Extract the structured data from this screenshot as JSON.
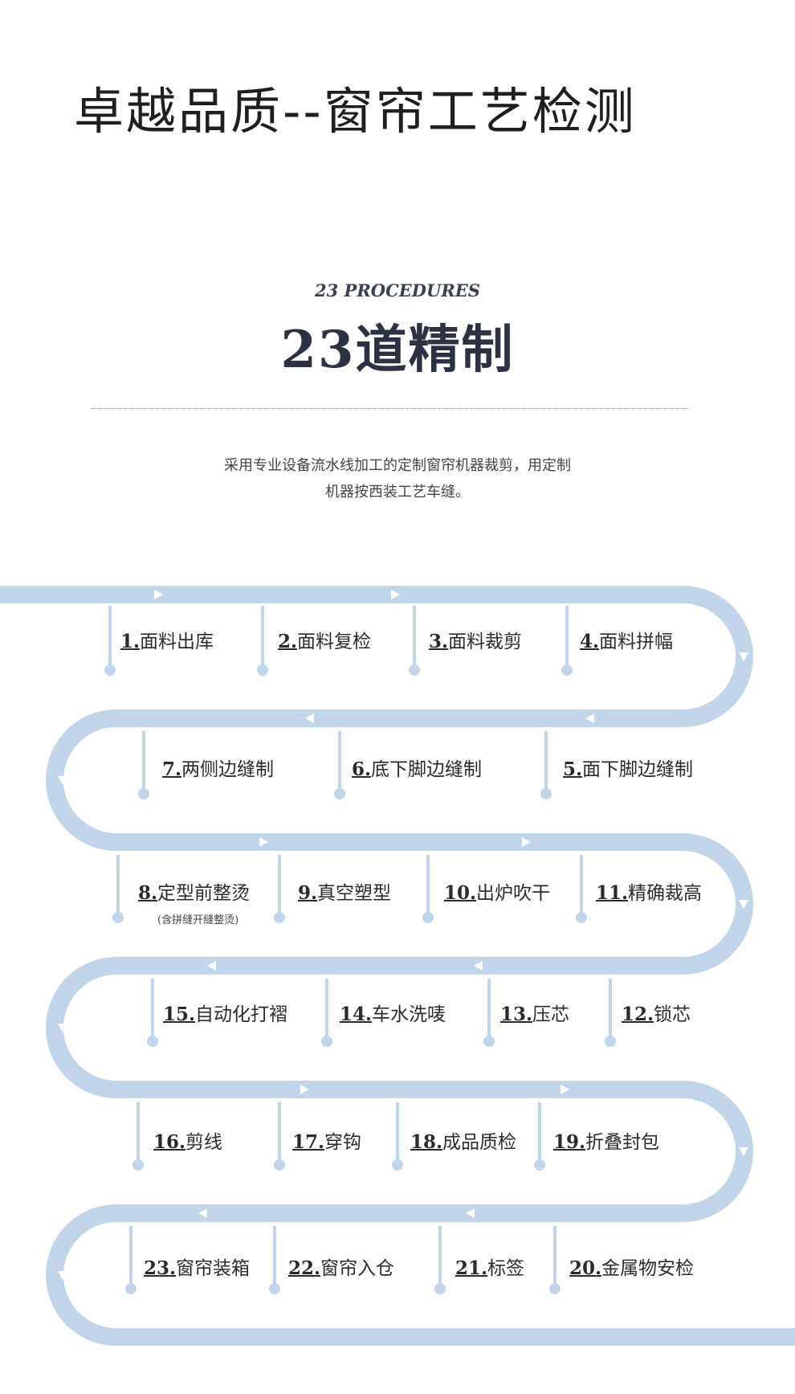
{
  "header": {
    "title": "卓越品质--窗帘工艺检测",
    "subtitle_en": "23 PROCEDURES",
    "heading_cn": "23道精制"
  },
  "description": {
    "line1": "采用专业设备流水线加工的定制窗帘机器裁剪，用定制",
    "line2": "机器按西装工艺车缝。"
  },
  "colors": {
    "path": "#c2d4e9",
    "arrow": "#ffffff",
    "title": "#1f1f1f",
    "heading": "#2d3242"
  },
  "steps": [
    {
      "num": "1.",
      "label": "面料出库"
    },
    {
      "num": "2.",
      "label": "面料复检"
    },
    {
      "num": "3.",
      "label": "面料裁剪"
    },
    {
      "num": "4.",
      "label": "面料拼幅"
    },
    {
      "num": "5.",
      "label": "面下脚边缝制"
    },
    {
      "num": "6.",
      "label": "底下脚边缝制"
    },
    {
      "num": "7.",
      "label": "两侧边缝制"
    },
    {
      "num": "8.",
      "label": "定型前整烫",
      "note": "(含拼缝开缝整烫)"
    },
    {
      "num": "9.",
      "label": "真空塑型"
    },
    {
      "num": "10.",
      "label": "出炉吹干"
    },
    {
      "num": "11.",
      "label": "精确裁高"
    },
    {
      "num": "12.",
      "label": "锁芯"
    },
    {
      "num": "13.",
      "label": "压芯"
    },
    {
      "num": "14.",
      "label": "车水洗唛"
    },
    {
      "num": "15.",
      "label": "自动化打褶"
    },
    {
      "num": "16.",
      "label": "剪线"
    },
    {
      "num": "17.",
      "label": "穿钩"
    },
    {
      "num": "18.",
      "label": "成品质检"
    },
    {
      "num": "19.",
      "label": "折叠封包"
    },
    {
      "num": "20.",
      "label": "金属物安检"
    },
    {
      "num": "21.",
      "label": "标签"
    },
    {
      "num": "22.",
      "label": "窗帘入仓"
    },
    {
      "num": "23.",
      "label": "窗帘装箱"
    }
  ]
}
